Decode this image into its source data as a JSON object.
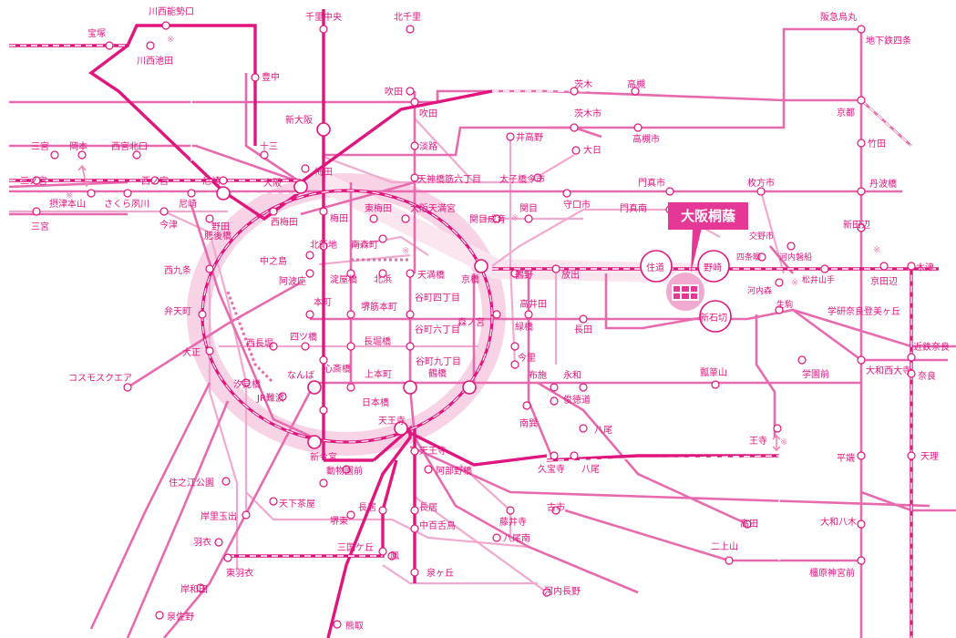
{
  "highlight": {
    "label": "大阪桐蔭"
  },
  "transfer_mark": "※",
  "colors": {
    "dark": "#e0157e",
    "mid": "#e86aae",
    "light": "#f2a9cf",
    "pale": "#f8d3e6",
    "accent": "#e53896"
  },
  "stations": [
    {
      "id": "kawanishinoseguchi",
      "label": "川西能勢口"
    },
    {
      "id": "kawanishiikeda",
      "label": "川西池田"
    },
    {
      "id": "takarazuka",
      "label": "宝塚"
    },
    {
      "id": "senrichuo",
      "label": "千里中央"
    },
    {
      "id": "kitasenri",
      "label": "北千里"
    },
    {
      "id": "hankyuarashiyama",
      "label": "阪急烏丸"
    },
    {
      "id": "chikatetsushijo",
      "label": "地下鉄四条"
    },
    {
      "id": "toyonaka",
      "label": "豊中"
    },
    {
      "id": "suita",
      "label": "吹田"
    },
    {
      "id": "suita2",
      "label": "吹田"
    },
    {
      "id": "ibaraki",
      "label": "茨木"
    },
    {
      "id": "takatsuki",
      "label": "高槻"
    },
    {
      "id": "kyoto",
      "label": "京都"
    },
    {
      "id": "shinosaka",
      "label": "新大阪"
    },
    {
      "id": "ibarakishi",
      "label": "茨木市"
    },
    {
      "id": "takatsukishi",
      "label": "高槻市"
    },
    {
      "id": "takeda",
      "label": "竹田"
    },
    {
      "id": "sannomiya1",
      "label": "三宮"
    },
    {
      "id": "okamoto",
      "label": "岡本"
    },
    {
      "id": "nishinomiyakitaguchi",
      "label": "西宮北口"
    },
    {
      "id": "juso",
      "label": "十三"
    },
    {
      "id": "awaji",
      "label": "淡路"
    },
    {
      "id": "itakano",
      "label": "井高野"
    },
    {
      "id": "dainichi",
      "label": "大日"
    },
    {
      "id": "sannomiya2",
      "label": "三ノ宮"
    },
    {
      "id": "nishinomiya",
      "label": "西ノ宮"
    },
    {
      "id": "amagasaki1",
      "label": "尼崎"
    },
    {
      "id": "osaka",
      "label": "大阪"
    },
    {
      "id": "umeda1",
      "label": "梅田"
    },
    {
      "id": "tenjinbashi",
      "label": "天神橋筋六丁目"
    },
    {
      "id": "taishibashi",
      "label": "太子橋今市"
    },
    {
      "id": "kadomashi",
      "label": "門真市"
    },
    {
      "id": "hirakatashi",
      "label": "枚方市"
    },
    {
      "id": "tambabashi",
      "label": "丹波橋"
    },
    {
      "id": "settsumotoyama",
      "label": "摂津本山"
    },
    {
      "id": "sakurashukugawa",
      "label": "さくら夙川"
    },
    {
      "id": "amagasaki2",
      "label": "尼崎"
    },
    {
      "id": "higashiumeda",
      "label": "東梅田"
    },
    {
      "id": "osakatenmangu",
      "label": "大阪天満宮"
    },
    {
      "id": "sekime",
      "label": "関目"
    },
    {
      "id": "moriguchishi",
      "label": "守口市"
    },
    {
      "id": "kadomaminami",
      "label": "門真南"
    },
    {
      "id": "sannomiya3",
      "label": "三宮"
    },
    {
      "id": "imazu",
      "label": "今津"
    },
    {
      "id": "nodahanshin",
      "label": "野田"
    },
    {
      "id": "nishiumeda",
      "label": "西梅田"
    },
    {
      "id": "umeda2",
      "label": "梅田"
    },
    {
      "id": "sekimeseiiku",
      "label": "関目成育"
    },
    {
      "id": "shindenbe",
      "label": "新田辺"
    },
    {
      "id": "nakanoshima",
      "label": "中之島"
    },
    {
      "id": "kitashinchi",
      "label": "北新地"
    },
    {
      "id": "minamimorimachi",
      "label": "南森町"
    },
    {
      "id": "sumiyoshi",
      "label": "住道"
    },
    {
      "id": "nozaki",
      "label": "野崎"
    },
    {
      "id": "koshikiden",
      "label": "交野市"
    },
    {
      "id": "shijonawate",
      "label": "四条畷"
    },
    {
      "id": "kawachiiwafune",
      "label": "河内磐船"
    },
    {
      "id": "kizu",
      "label": "木津"
    },
    {
      "id": "nishikujo",
      "label": "西九条"
    },
    {
      "id": "higobashi",
      "label": "肥後橋"
    },
    {
      "id": "awaza",
      "label": "阿波座"
    },
    {
      "id": "yodoyabashi",
      "label": "淀屋橋"
    },
    {
      "id": "kitahama",
      "label": "北浜"
    },
    {
      "id": "tenmabashi",
      "label": "天満橋"
    },
    {
      "id": "kyobashi",
      "label": "京橋"
    },
    {
      "id": "tsurumi",
      "label": "鶴野"
    },
    {
      "id": "hanaten",
      "label": "放出"
    },
    {
      "id": "matsuiyamate",
      "label": "松井山手"
    },
    {
      "id": "kyotanabe",
      "label": "京田辺"
    },
    {
      "id": "kawachimori",
      "label": "河内森"
    },
    {
      "id": "hommachi",
      "label": "本町"
    },
    {
      "id": "sakaisujihommachi",
      "label": "堺筋本町"
    },
    {
      "id": "tanimachi4",
      "label": "谷町四丁目"
    },
    {
      "id": "takaida",
      "label": "高井田"
    },
    {
      "id": "shinishikiri",
      "label": "新石切"
    },
    {
      "id": "ikoma",
      "label": "生駒"
    },
    {
      "id": "gakkenarabe",
      "label": "学研奈良登美ヶ丘"
    },
    {
      "id": "bentencho",
      "label": "弁天町"
    },
    {
      "id": "morinomiya",
      "label": "森ノ宮"
    },
    {
      "id": "nagata",
      "label": "長田"
    },
    {
      "id": "kintetsunara",
      "label": "近鉄奈良"
    },
    {
      "id": "nishinagahori",
      "label": "西長堀"
    },
    {
      "id": "yotsubashi",
      "label": "四ツ橋"
    },
    {
      "id": "nagahoribashi",
      "label": "長堀橋"
    },
    {
      "id": "tanimachi6",
      "label": "谷町六丁目"
    },
    {
      "id": "midoribashi",
      "label": "緑橋"
    },
    {
      "id": "taisho",
      "label": "大正"
    },
    {
      "id": "shinsaibashi",
      "label": "心斎橋"
    },
    {
      "id": "imazato",
      "label": "今里"
    },
    {
      "id": "gakuenmae",
      "label": "学園前"
    },
    {
      "id": "yamatosaidaiji",
      "label": "大和西大寺"
    },
    {
      "id": "nara",
      "label": "奈良"
    },
    {
      "id": "cosmosquare",
      "label": "コスモスクエア"
    },
    {
      "id": "shiomibashi",
      "label": "汐見橋"
    },
    {
      "id": "namba",
      "label": "なんば"
    },
    {
      "id": "uehommachi",
      "label": "上本町"
    },
    {
      "id": "tanimachi9",
      "label": "谷町九丁目"
    },
    {
      "id": "tsuruhashi",
      "label": "鶴橋"
    },
    {
      "id": "fuse",
      "label": "布施"
    },
    {
      "id": "eiwa",
      "label": "永和"
    },
    {
      "id": "hyotanyama",
      "label": "瓢箪山"
    },
    {
      "id": "jrnamba",
      "label": "JR難波"
    },
    {
      "id": "nipponbashi",
      "label": "日本橋"
    },
    {
      "id": "shuntokumichi",
      "label": "俊徳道"
    },
    {
      "id": "tennoji",
      "label": "天王寺"
    },
    {
      "id": "minamitatsumi",
      "label": "南巽"
    },
    {
      "id": "yao1",
      "label": "八尾"
    },
    {
      "id": "oji",
      "label": "王寺"
    },
    {
      "id": "shinimamiya",
      "label": "新今宮"
    },
    {
      "id": "tennoji2",
      "label": "天王寺"
    },
    {
      "id": "kyuhoji",
      "label": "久宝寺"
    },
    {
      "id": "yao2",
      "label": "八尾"
    },
    {
      "id": "heijo",
      "label": "平端"
    },
    {
      "id": "tenri",
      "label": "天理"
    },
    {
      "id": "suminoekoen",
      "label": "住之江公園"
    },
    {
      "id": "dobutsuenmae",
      "label": "動物園前"
    },
    {
      "id": "abenobashi",
      "label": "阿部野橋"
    },
    {
      "id": "tengachaya",
      "label": "天下茶屋"
    },
    {
      "id": "kishiritamade",
      "label": "岸里玉出"
    },
    {
      "id": "sakaihigashi",
      "label": "堺東"
    },
    {
      "id": "nagai",
      "label": "長居"
    },
    {
      "id": "nagai2",
      "label": "長居"
    },
    {
      "id": "nakamozu",
      "label": "中百舌鳥"
    },
    {
      "id": "fujiidera",
      "label": "藤井寺"
    },
    {
      "id": "furuichi",
      "label": "古市"
    },
    {
      "id": "takada",
      "label": "高田"
    },
    {
      "id": "yamatoyagi",
      "label": "大和八木"
    },
    {
      "id": "hagoromo",
      "label": "羽衣"
    },
    {
      "id": "mikunigaoka",
      "label": "三国ケ丘"
    },
    {
      "id": "yaominami",
      "label": "八尾南"
    },
    {
      "id": "otori",
      "label": "鳳"
    },
    {
      "id": "futakamiyama",
      "label": "二上山"
    },
    {
      "id": "higashihagoromo",
      "label": "東羽衣"
    },
    {
      "id": "izumigaoka",
      "label": "泉ヶ丘"
    },
    {
      "id": "kashiharajingu",
      "label": "橿原神宮前"
    },
    {
      "id": "kishiwada",
      "label": "岸和田"
    },
    {
      "id": "kawachinagano",
      "label": "河内長野"
    },
    {
      "id": "izumisano",
      "label": "泉佐野"
    },
    {
      "id": "kumatori",
      "label": "熊取"
    }
  ]
}
